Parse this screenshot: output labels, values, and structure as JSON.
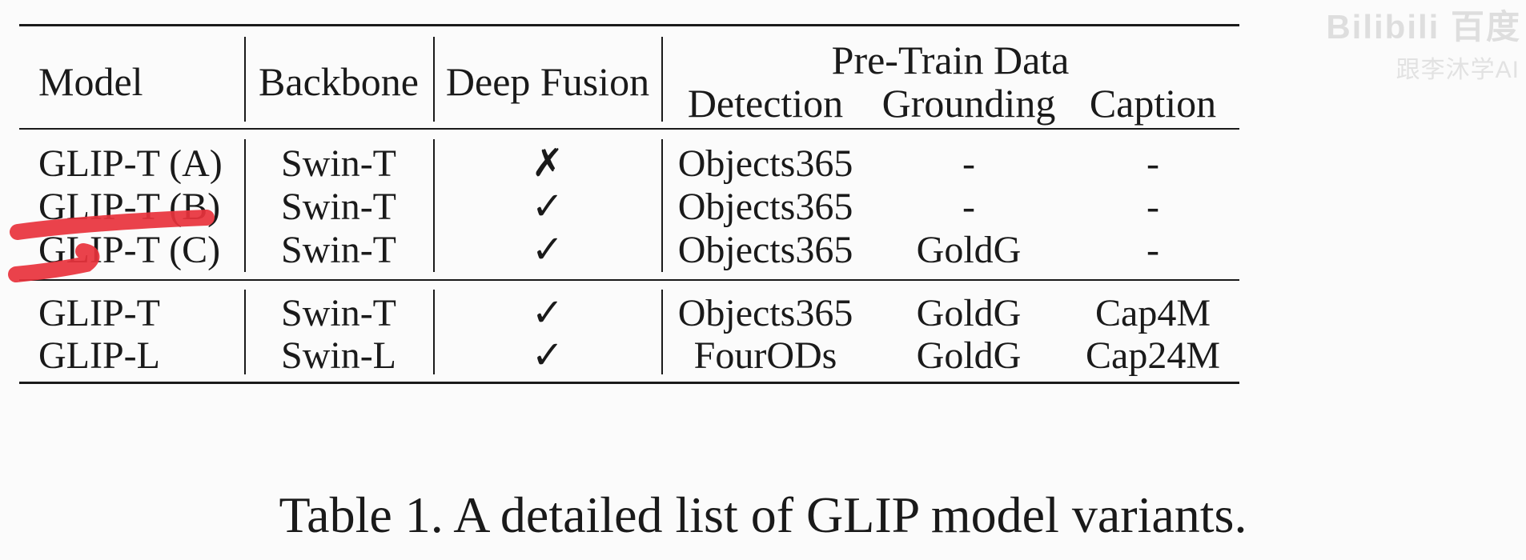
{
  "watermark": {
    "line1": "Bilibili 百度",
    "line2": "跟李沐学AI"
  },
  "table": {
    "header": {
      "model": "Model",
      "backbone": "Backbone",
      "deep_fusion": "Deep Fusion",
      "pretrain_group": "Pre-Train Data",
      "detection": "Detection",
      "grounding": "Grounding",
      "caption": "Caption"
    },
    "rows": [
      {
        "model": "GLIP-T (A)",
        "backbone": "Swin-T",
        "deep_fusion": "✗",
        "detection": "Objects365",
        "grounding": "-",
        "caption": "-"
      },
      {
        "model": "GLIP-T (B)",
        "backbone": "Swin-T",
        "deep_fusion": "✓",
        "detection": "Objects365",
        "grounding": "-",
        "caption": "-"
      },
      {
        "model": "GLIP-T (C)",
        "backbone": "Swin-T",
        "deep_fusion": "✓",
        "detection": "Objects365",
        "grounding": "GoldG",
        "caption": "-"
      },
      {
        "model": "GLIP-T",
        "backbone": "Swin-T",
        "deep_fusion": "✓",
        "detection": "Objects365",
        "grounding": "GoldG",
        "caption": "Cap4M"
      },
      {
        "model": "GLIP-L",
        "backbone": "Swin-L",
        "deep_fusion": "✓",
        "detection": "FourODs",
        "grounding": "GoldG",
        "caption": "Cap24M"
      }
    ],
    "caption": "Table 1. A detailed list of GLIP model variants."
  },
  "annotation": {
    "color": "#e8323c"
  }
}
